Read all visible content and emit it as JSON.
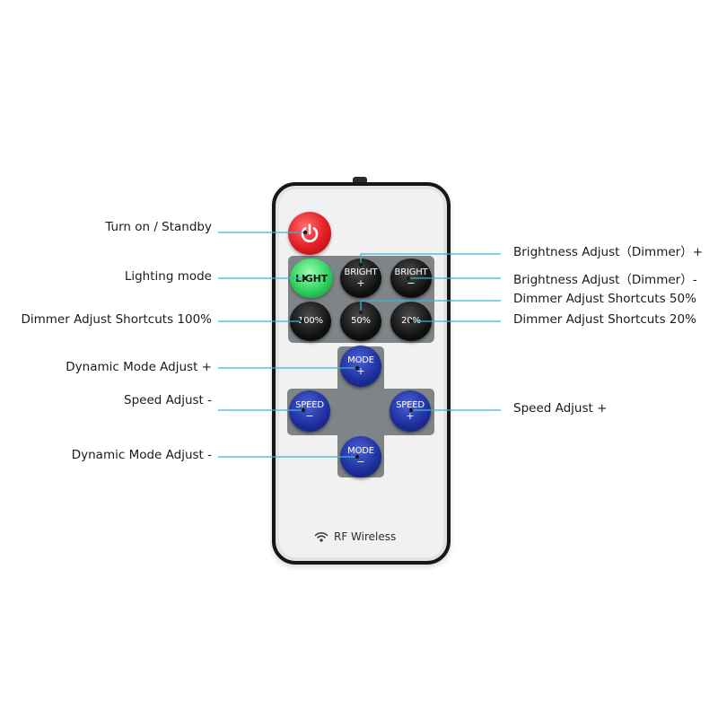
{
  "remote": {
    "buttons": {
      "light": "LIGHT",
      "bright_up": {
        "line1": "BRIGHT",
        "line2": "+"
      },
      "bright_down": {
        "line1": "BRIGHT",
        "line2": "−"
      },
      "p100": "100%",
      "p50": "50%",
      "p20": "20%",
      "mode_up": {
        "line1": "MODE",
        "line2": "+"
      },
      "mode_down": {
        "line1": "MODE",
        "line2": "−"
      },
      "speed_down": {
        "line1": "SPEED",
        "line2": "−"
      },
      "speed_up": {
        "line1": "SPEED",
        "line2": "+"
      }
    },
    "brand": "RF Wireless"
  },
  "labels": {
    "power": "Turn on / Standby",
    "lighting_mode": "Lighting mode",
    "dimmer_100": "Dimmer Adjust Shortcuts 100%",
    "mode_up": "Dynamic Mode Adjust +",
    "speed_down": "Speed Adjust -",
    "mode_down": "Dynamic Mode Adjust -",
    "bright_up": "Brightness Adjust（Dimmer）+",
    "bright_down": "Brightness Adjust（Dimmer）-",
    "dimmer_50": "Dimmer Adjust Shortcuts 50%",
    "dimmer_20": "Dimmer Adjust Shortcuts 20%",
    "speed_up": "Speed Adjust +"
  },
  "colors": {
    "leader_line": "#3cb4d8",
    "power_button": "#e21c24",
    "light_button": "#2fd15e",
    "mode_speed_button": "#1d2e9b",
    "panel": "#7e8487",
    "remote_border": "#15161a"
  }
}
